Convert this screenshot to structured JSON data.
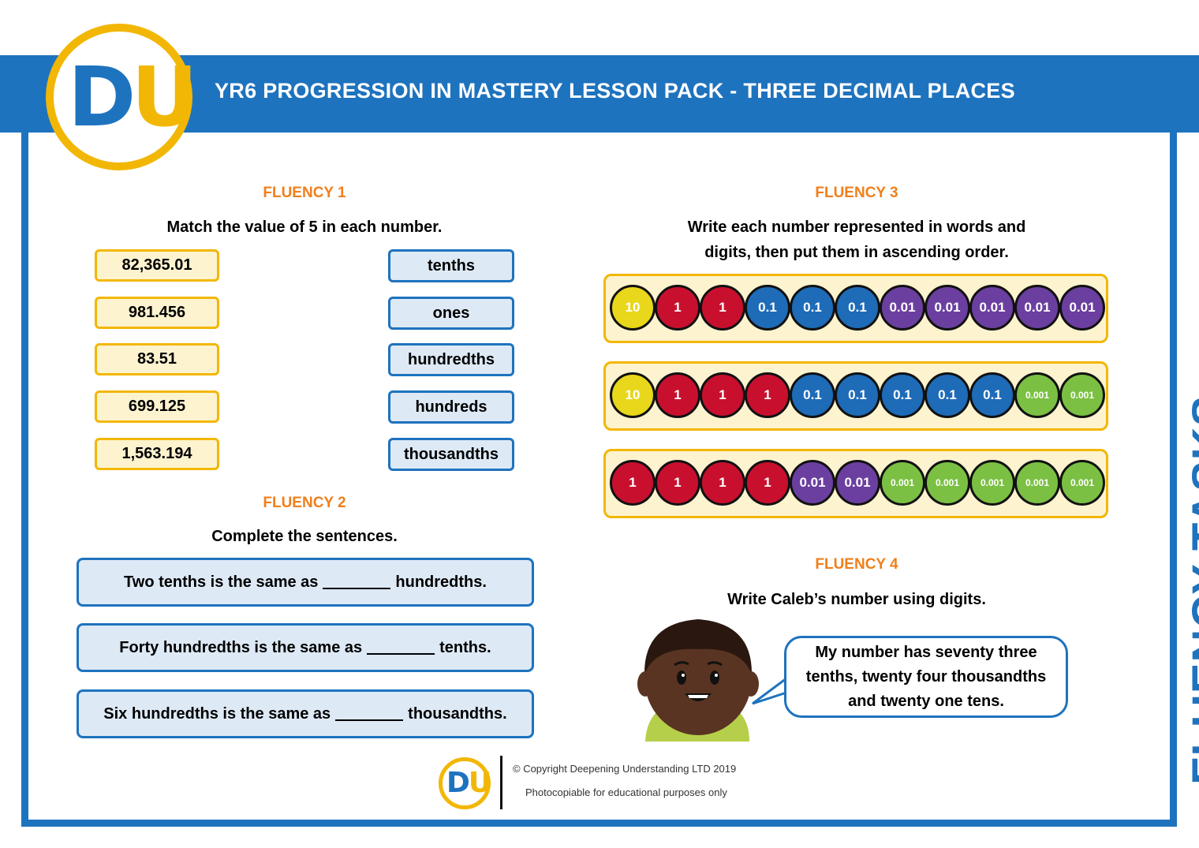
{
  "header": {
    "title": "YR6 PROGRESSION IN MASTERY LESSON PACK - THREE DECIMAL PLACES",
    "logo_d": "D",
    "logo_u": "U"
  },
  "fluency1": {
    "title": "FLUENCY 1",
    "instruction": "Match the value of 5 in each number.",
    "numbers": [
      "82,365.01",
      "981.456",
      "83.51",
      "699.125",
      "1,563.194"
    ],
    "places": [
      "tenths",
      "ones",
      "hundredths",
      "hundreds",
      "thousandths"
    ]
  },
  "fluency2": {
    "title": "FLUENCY 2",
    "instruction": "Complete the sentences.",
    "sentences": [
      {
        "before": "Two tenths is the same as",
        "after": "hundredths."
      },
      {
        "before": "Forty hundredths is the same as",
        "after": "tenths."
      },
      {
        "before": "Six hundredths is the same as",
        "after": "thousandths."
      }
    ]
  },
  "fluency3": {
    "title": "FLUENCY 3",
    "instruction_line1": "Write each number represented in words and",
    "instruction_line2": "digits, then put them in ascending order.",
    "rows": [
      [
        "10",
        "1",
        "1",
        "0.1",
        "0.1",
        "0.1",
        "0.01",
        "0.01",
        "0.01",
        "0.01",
        "0.01"
      ],
      [
        "10",
        "1",
        "1",
        "1",
        "0.1",
        "0.1",
        "0.1",
        "0.1",
        "0.1",
        "0.001",
        "0.001"
      ],
      [
        "1",
        "1",
        "1",
        "1",
        "0.01",
        "0.01",
        "0.001",
        "0.001",
        "0.001",
        "0.001",
        "0.001"
      ]
    ],
    "colors": {
      "10": "#e8d71a",
      "1": "#c8102e",
      "0.1": "#1e6bb8",
      "0.01": "#6b3fa0",
      "0.001": "#7bc043"
    }
  },
  "fluency4": {
    "title": "FLUENCY 4",
    "instruction": "Write Caleb’s number using digits.",
    "speech": [
      "My number has seventy three",
      "tenths, twenty four thousandths",
      "and twenty one tens."
    ]
  },
  "side_label": "FLUENCY TASKS",
  "footer": {
    "copyright": "© Copyright Deepening Understanding LTD 2019",
    "note": "Photocopiable for educational purposes only"
  },
  "brand_colors": {
    "blue": "#1e73be",
    "yellow": "#f2b705",
    "orange": "#f07f1b"
  }
}
